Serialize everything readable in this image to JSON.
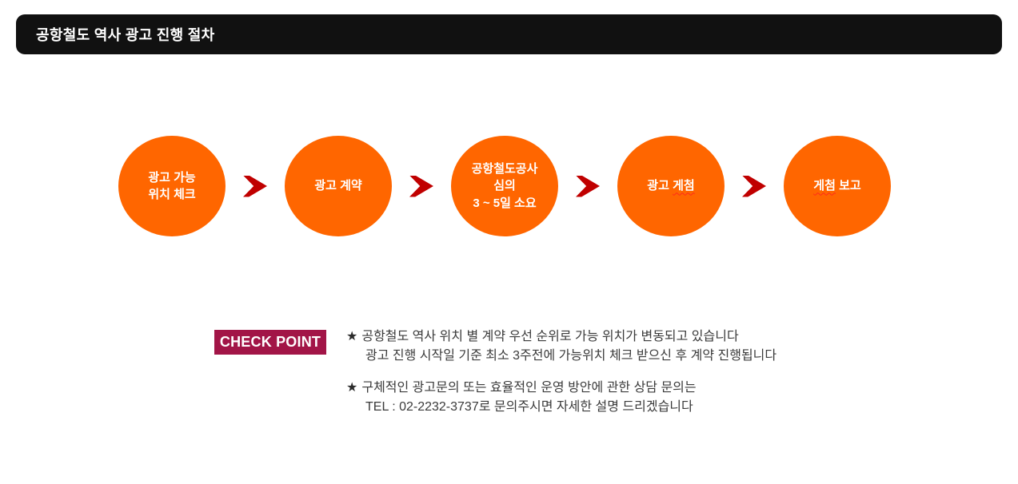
{
  "header": {
    "title": "공항철도 역사 광고 진행 절차"
  },
  "process": {
    "steps": [
      {
        "lines": [
          "광고 가능",
          "위치 체크"
        ]
      },
      {
        "lines": [
          "광고 계약"
        ]
      },
      {
        "lines": [
          "공항철도공사",
          "심의",
          "3 ~ 5일 소요"
        ]
      },
      {
        "lines": [
          "광고 게첨"
        ],
        "spellcheck_word": "게첨"
      },
      {
        "lines": [
          "게첨 보고"
        ],
        "spellcheck_word": "게첨"
      }
    ],
    "arrow_glyph_name": "chevron-right-icon"
  },
  "checkpoint": {
    "badge_label": "CHECK POINT",
    "bullet_glyph": "★",
    "notes": [
      {
        "lines": [
          "공항철도 역사 위치 별 계약 우선 순위로 가능 위치가 변동되고 있습니다",
          "광고 진행 시작일 기준 최소 3주전에 가능위치 체크 받으신 후 계약 진행됩니다"
        ]
      },
      {
        "lines": [
          "구체적인 광고문의 또는 효율적인 운영 방안에 관한 상담 문의는",
          "TEL : 02-2232-3737로 문의주시면 자세한 설명 드리겠습니다"
        ]
      }
    ]
  },
  "colors": {
    "header_black": "#111111",
    "circle_orange": "#FF6600",
    "arrow_red": "#C00000",
    "badge_crimson": "#A21547",
    "spellcheck_red": "#FF2A1A",
    "note_text": "#3A3A3A"
  }
}
